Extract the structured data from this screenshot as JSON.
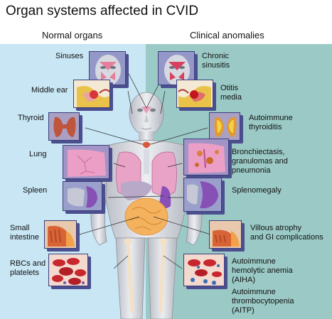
{
  "title": "Organ systems affected in CVID",
  "columns": {
    "left": "Normal organs",
    "right": "Clinical anomalies"
  },
  "left_labels": {
    "sinuses": "Sinuses",
    "middle_ear": "Middle ear",
    "thyroid": "Thyroid",
    "lung": "Lung",
    "spleen": "Spleen",
    "small_intestine_1": "Small",
    "small_intestine_2": "intestine",
    "rbcs_1": "RBCs and",
    "rbcs_2": "platelets"
  },
  "right_labels": {
    "sinusitis_1": "Chronic",
    "sinusitis_2": "sinusitis",
    "otitis_1": "Otitis",
    "otitis_2": "media",
    "thyroiditis_1": "Autoimmune",
    "thyroiditis_2": "thyroiditis",
    "bronch_1": "Bronchiectasis,",
    "bronch_2": "granulomas and",
    "bronch_3": "pneumonia",
    "splenomegaly": "Splenomegaly",
    "villous_1": "Villous atrophy",
    "villous_2": "and GI complications",
    "aiha_1": "Autoimmune",
    "aiha_2": "hemolytic anemia",
    "aiha_3": "(AIHA)",
    "aitp_1": "Autoimmune",
    "aitp_2": "thrombocytopenia",
    "aitp_3": "(AITP)"
  },
  "colors": {
    "left_panel": "#c8e6f4",
    "right_panel": "#9bcac6",
    "tile_shadow": "#4b4f8f",
    "tile_face": "#8e93c8"
  }
}
